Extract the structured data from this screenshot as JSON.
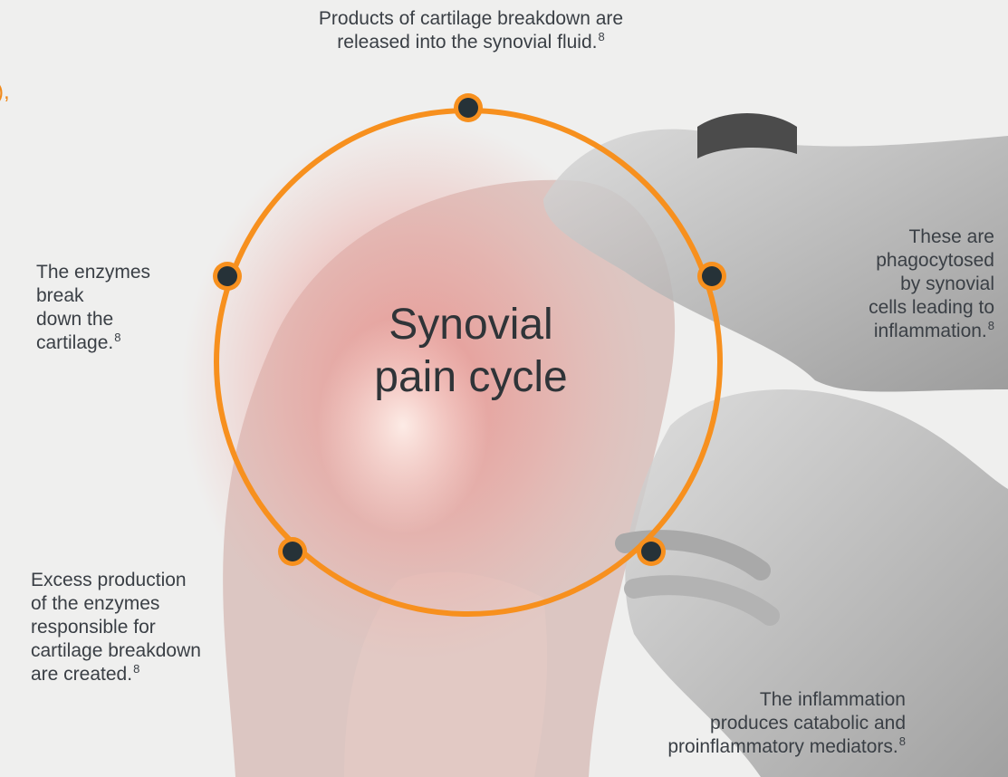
{
  "diagram": {
    "title": "Synovial\npain cycle",
    "colors": {
      "ring": "#f7901e",
      "node_fill": "#263238",
      "accent_text": "#f08a1c"
    },
    "cut_off_text": "),",
    "steps": [
      {
        "id": "top",
        "text": "Products of cartilage breakdown are\nreleased into the synovial fluid.",
        "ref": "8"
      },
      {
        "id": "right",
        "text": "These are\nphagocytosed\nby synovial\ncells leading to\ninflammation.",
        "ref": "8"
      },
      {
        "id": "bottom-right",
        "text": "The inflammation\nproduces catabolic and\nproinflammatory mediators.",
        "ref": "8"
      },
      {
        "id": "bottom-left",
        "text": "Excess production\nof the enzymes\nresponsible for\ncartilage breakdown\nare created.",
        "ref": "8"
      },
      {
        "id": "left",
        "text": "The enzymes\nbreak\ndown the\ncartilage.",
        "ref": "8"
      }
    ]
  }
}
